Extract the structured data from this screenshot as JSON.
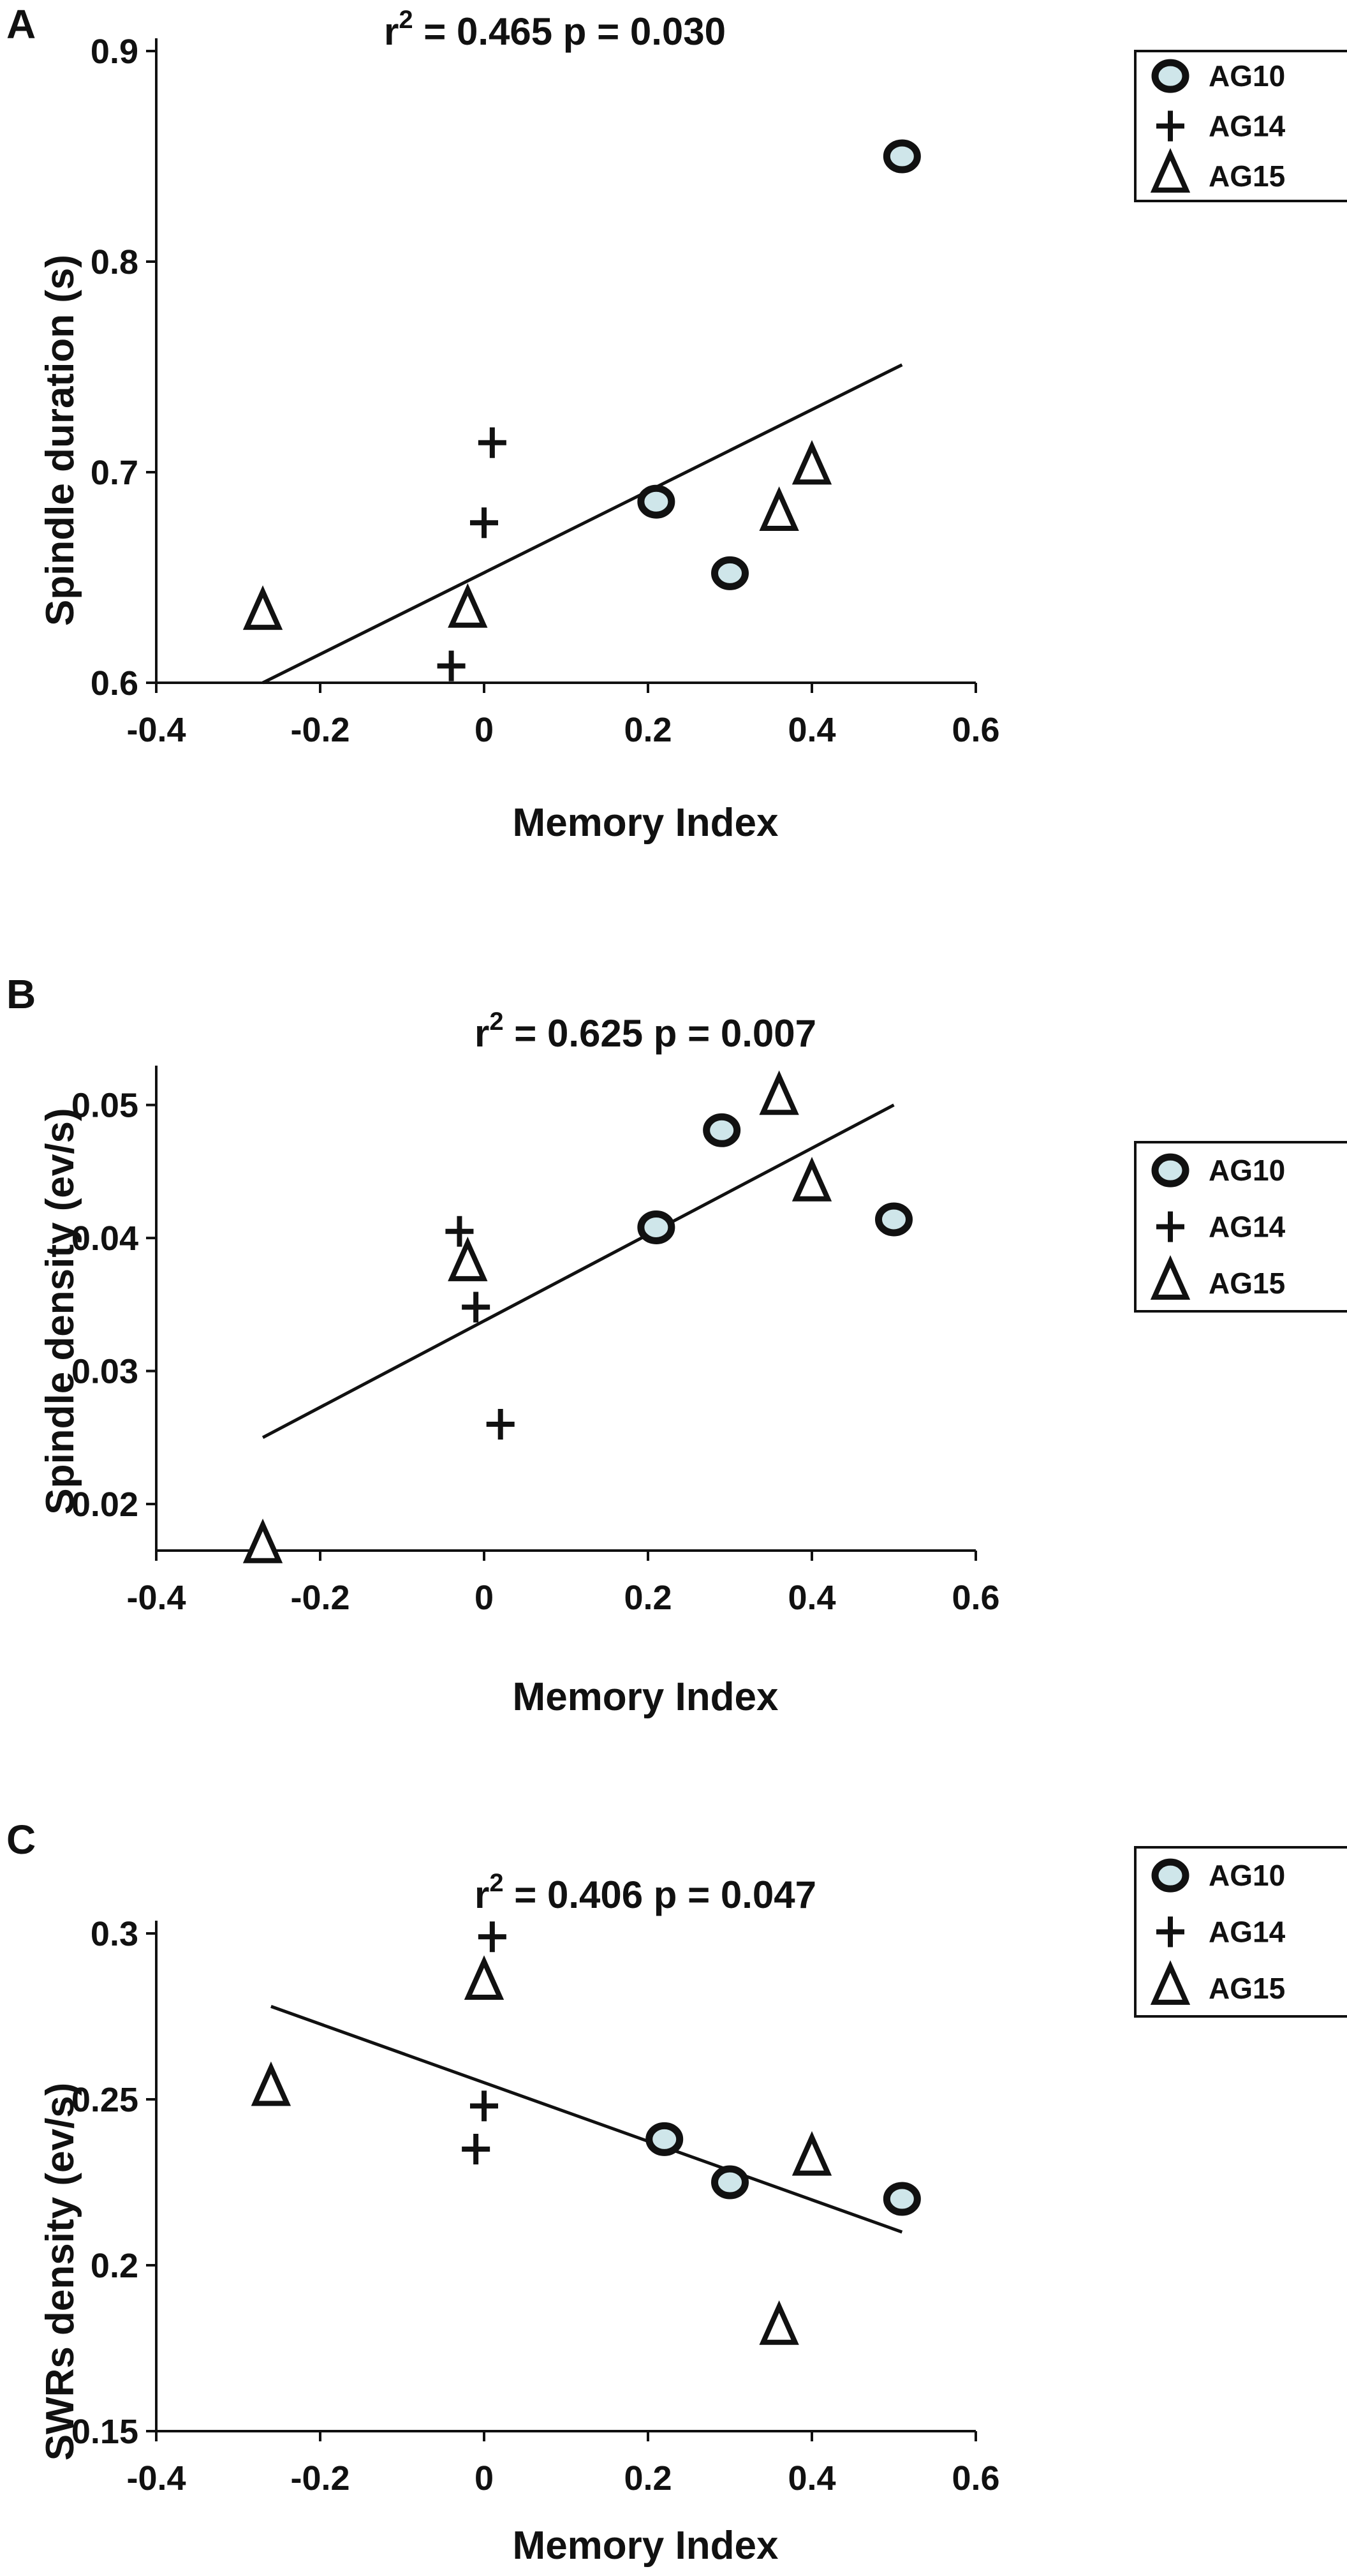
{
  "chart_data": [
    {
      "type": "scatter",
      "panel": "A",
      "title": "",
      "stat_r": "r",
      "stat_sup": "2",
      "stat_rest": " = 0.465  p = 0.030",
      "xlabel": "Memory Index",
      "ylabel": "Spindle duration (s)",
      "xlim": [
        -0.4,
        0.6
      ],
      "ylim": [
        0.6,
        0.9
      ],
      "xticks": [
        -0.4,
        -0.2,
        0,
        0.2,
        0.4,
        0.6
      ],
      "xtick_labels": [
        "-0.4",
        "-0.2",
        "0",
        "0.2",
        "0.4",
        "0.6"
      ],
      "yticks": [
        0.6,
        0.7,
        0.8,
        0.9
      ],
      "ytick_labels": [
        "0.6",
        "0.7",
        "0.8",
        "0.9"
      ],
      "legend_position": "top-right",
      "fit_line": {
        "x": [
          -0.27,
          0.51
        ],
        "y": [
          0.6,
          0.751
        ]
      },
      "series": [
        {
          "name": "AG10",
          "marker": "circle",
          "x": [
            0.21,
            0.3,
            0.51
          ],
          "y": [
            0.686,
            0.652,
            0.85
          ]
        },
        {
          "name": "AG14",
          "marker": "plus",
          "x": [
            -0.04,
            0.0,
            0.01
          ],
          "y": [
            0.608,
            0.676,
            0.714
          ]
        },
        {
          "name": "AG15",
          "marker": "triangle",
          "x": [
            -0.27,
            -0.02,
            0.36,
            0.4
          ],
          "y": [
            0.633,
            0.634,
            0.68,
            0.702
          ]
        }
      ]
    },
    {
      "type": "scatter",
      "panel": "B",
      "title": "",
      "stat_r": "r",
      "stat_sup": "2",
      "stat_rest": " = 0.625  p = 0.007",
      "xlabel": "Memory Index",
      "ylabel": "Spindle density (ev/s)",
      "xlim": [
        -0.4,
        0.6
      ],
      "ylim": [
        0.0165,
        0.052
      ],
      "xticks": [
        -0.4,
        -0.2,
        0,
        0.2,
        0.4,
        0.6
      ],
      "xtick_labels": [
        "-0.4",
        "-0.2",
        "0",
        "0.2",
        "0.4",
        "0.6"
      ],
      "yticks": [
        0.02,
        0.03,
        0.04,
        0.05
      ],
      "ytick_labels": [
        "0.02",
        "0.03",
        "0.04",
        "0.05"
      ],
      "legend_position": "top-right",
      "fit_line": {
        "x": [
          -0.27,
          0.5
        ],
        "y": [
          0.025,
          0.05
        ]
      },
      "series": [
        {
          "name": "AG10",
          "marker": "circle",
          "x": [
            0.21,
            0.29,
            0.5
          ],
          "y": [
            0.0408,
            0.0481,
            0.0414
          ]
        },
        {
          "name": "AG14",
          "marker": "plus",
          "x": [
            -0.03,
            -0.01,
            0.02
          ],
          "y": [
            0.0405,
            0.0348,
            0.026
          ]
        },
        {
          "name": "AG15",
          "marker": "triangle",
          "x": [
            -0.27,
            -0.02,
            0.36,
            0.4
          ],
          "y": [
            0.0168,
            0.038,
            0.0505,
            0.044
          ]
        }
      ]
    },
    {
      "type": "scatter",
      "panel": "C",
      "title": "",
      "stat_r": "r",
      "stat_sup": "2",
      "stat_rest": " = 0.406  p = 0.047",
      "xlabel": "Memory Index",
      "ylabel": "SWRs density (ev/s)",
      "xlim": [
        -0.4,
        0.6
      ],
      "ylim": [
        0.15,
        0.3
      ],
      "xticks": [
        -0.4,
        -0.2,
        0,
        0.2,
        0.4,
        0.6
      ],
      "xtick_labels": [
        "-0.4",
        "-0.2",
        "0",
        "0.2",
        "0.4",
        "0.6"
      ],
      "yticks": [
        0.15,
        0.2,
        0.25,
        0.3
      ],
      "ytick_labels": [
        "0.15",
        "0.2",
        "0.25",
        "0.3"
      ],
      "legend_position": "top-right",
      "fit_line": {
        "x": [
          -0.26,
          0.51
        ],
        "y": [
          0.278,
          0.21
        ]
      },
      "series": [
        {
          "name": "AG10",
          "marker": "circle",
          "x": [
            0.22,
            0.3,
            0.51
          ],
          "y": [
            0.238,
            0.225,
            0.22
          ]
        },
        {
          "name": "AG14",
          "marker": "plus",
          "x": [
            -0.01,
            0.0,
            0.01
          ],
          "y": [
            0.235,
            0.248,
            0.299
          ]
        },
        {
          "name": "AG15",
          "marker": "triangle",
          "x": [
            -0.26,
            0.0,
            0.36,
            0.4
          ],
          "y": [
            0.253,
            0.285,
            0.181,
            0.232
          ]
        }
      ]
    }
  ],
  "colors": {
    "circle_fill": "#cfe6ea",
    "ink": "#111111"
  }
}
